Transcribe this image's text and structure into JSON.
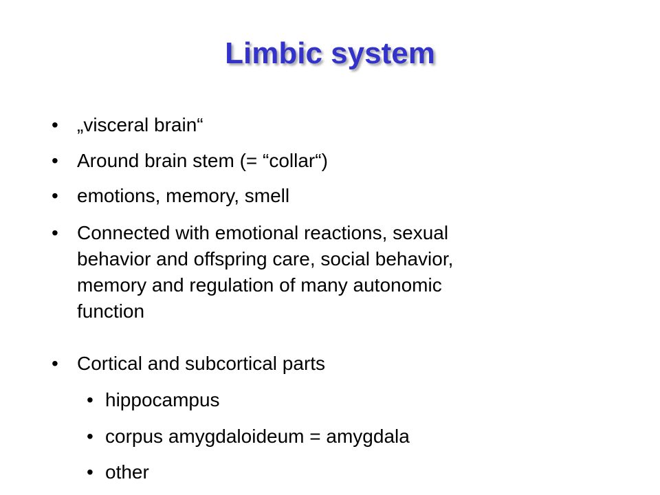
{
  "slide": {
    "title": "Limbic system",
    "bullet_glyph": "•",
    "items": [
      {
        "level": 1,
        "lines": [
          "„visceral brain“"
        ]
      },
      {
        "level": 1,
        "lines": [
          "Around brain stem (= “collar“)"
        ]
      },
      {
        "level": 1,
        "lines": [
          "emotions, memory, smell"
        ]
      },
      {
        "level": 1,
        "lines": [
          "Connected with emotional reactions, sexual",
          "behavior and offspring care, social behavior,",
          "memory and regulation of many autonomic",
          "function"
        ]
      },
      {
        "level": 1,
        "lines": [
          "Cortical and subcortical parts"
        ]
      },
      {
        "level": 2,
        "lines": [
          "hippocampus"
        ]
      },
      {
        "level": 2,
        "lines": [
          "corpus amygdaloideum = amygdala"
        ]
      },
      {
        "level": 2,
        "lines": [
          "other"
        ]
      }
    ]
  }
}
